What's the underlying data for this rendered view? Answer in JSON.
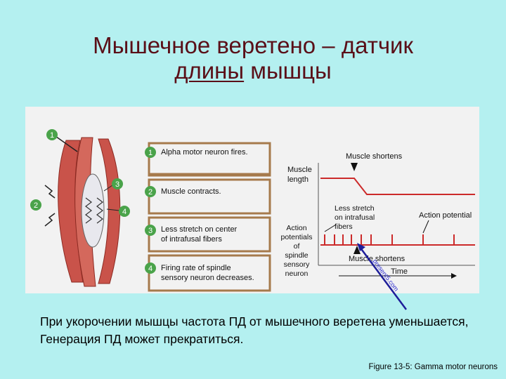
{
  "title_line1": "Мышечное веретено – датчик",
  "title_line2_underlined": "длины",
  "title_line2_rest": " мышцы",
  "steps": [
    {
      "num": "1",
      "text": [
        "Alpha motor neuron fires."
      ]
    },
    {
      "num": "2",
      "text": [
        "Muscle contracts."
      ]
    },
    {
      "num": "3",
      "text": [
        "Less stretch on center",
        "of intrafusal fibers"
      ]
    },
    {
      "num": "4",
      "text": [
        "Firing rate of spindle",
        "sensory neuron decreases."
      ]
    }
  ],
  "muscle_callouts": [
    "1",
    "2",
    "3",
    "4"
  ],
  "graph": {
    "muscle_shortens_top": "Muscle shortens",
    "muscle_length": [
      "Muscle",
      "length"
    ],
    "less_stretch": [
      "Less stretch",
      "on intrafusal",
      "fibers"
    ],
    "action_potential": "Action potential",
    "ap_ylabel": [
      "Action",
      "potentials",
      "of",
      "spindle",
      "sensory",
      "neuron"
    ],
    "muscle_shortens_bottom": "Muscle shortens",
    "time_label": "Time",
    "watermark": "present5.com"
  },
  "caption": "При укорочении мышцы частота ПД от мышечного веретена уменьшается, Генерация ПД может прекратиться.",
  "figure_ref": "Figure 13-5: Gamma motor neurons",
  "colors": {
    "title": "#5a0f18",
    "step_bar": "#a67a4c",
    "badge": "#4aa34a",
    "trace_red": "#cc2a2a",
    "muscle": "#c9534a",
    "arrow_blue": "#1e1e9a"
  }
}
